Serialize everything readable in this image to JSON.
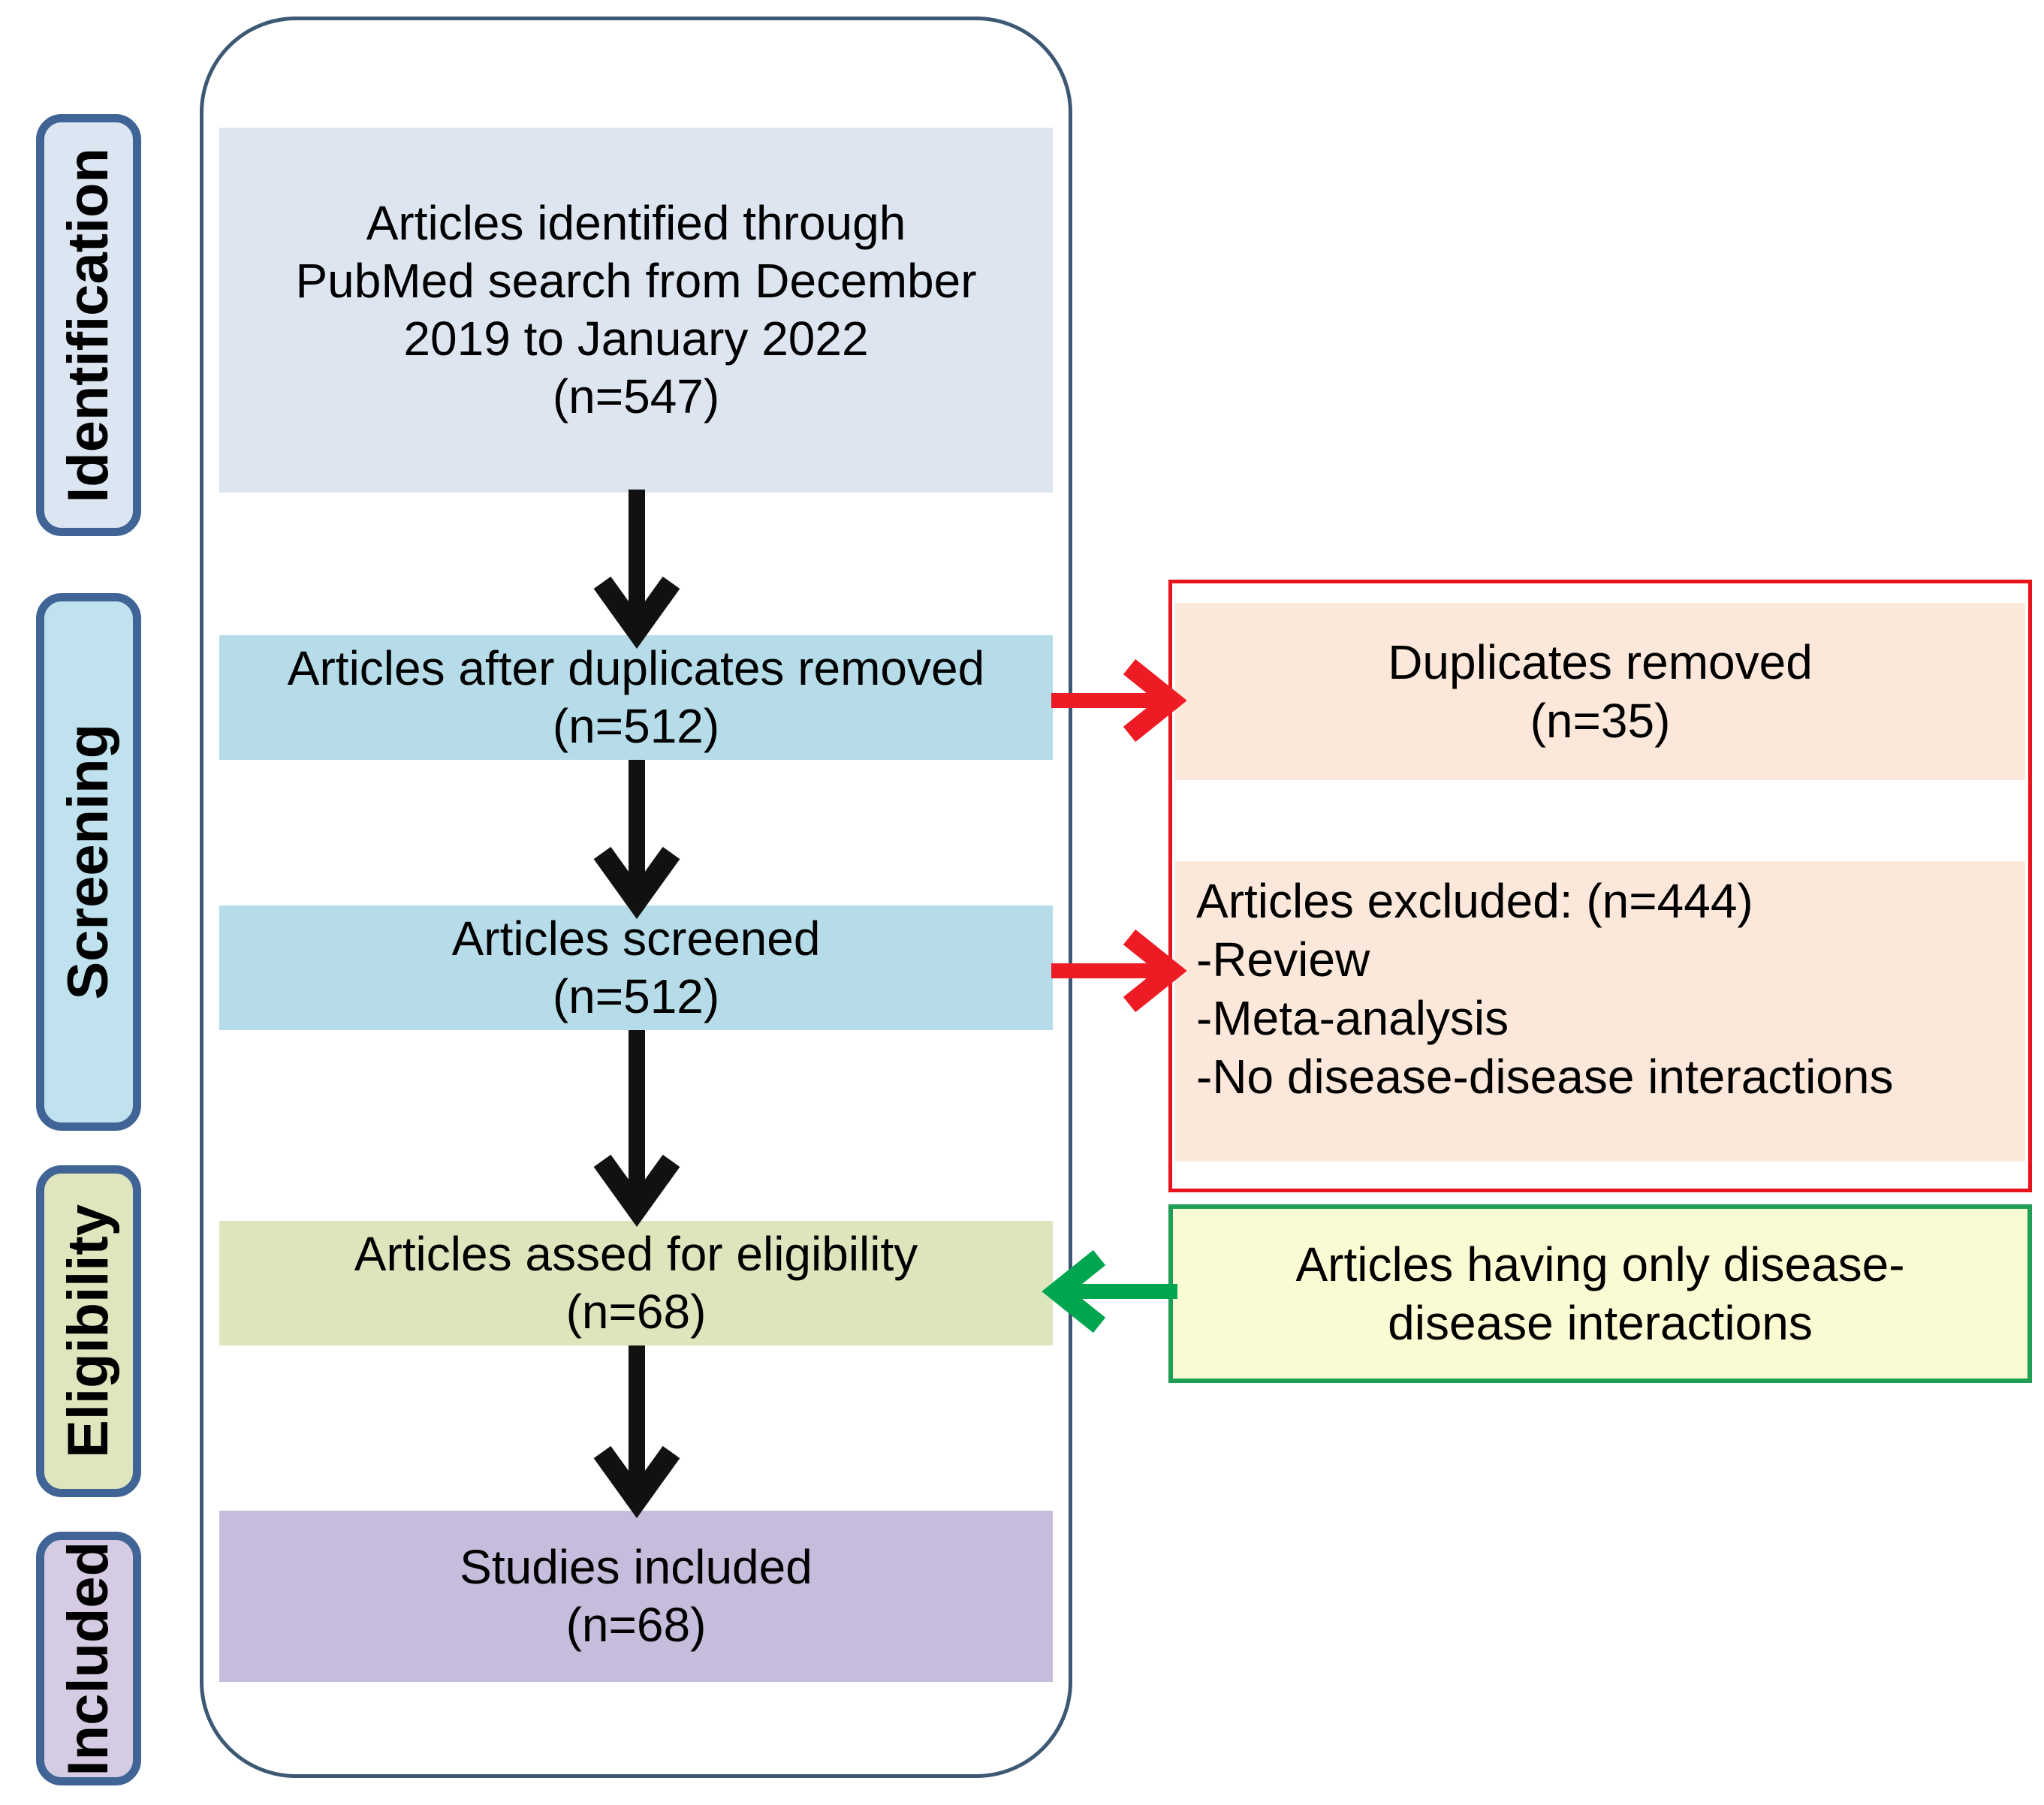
{
  "diagram": {
    "title": "PRISMA study selection flow diagram",
    "colors": {
      "stage_border": "#3f6495",
      "container_border": "#3d5874",
      "identification_fill": "#dce6f2",
      "screening_fill": "#bfe2ee",
      "eligibility_fill": "#dfe5bd",
      "included_fill": "#d5cce4",
      "excluded_border": "#e8141b",
      "excluded_fill": "#fce8da",
      "onlydd_border": "#1f9e55",
      "onlydd_fill": "#fafbd2",
      "down_arrow": "#111111",
      "red_arrow": "#ed1c24",
      "green_arrow": "#00a550"
    }
  },
  "stages": [
    {
      "key": "identification",
      "label": "Identification"
    },
    {
      "key": "screening",
      "label": "Screening"
    },
    {
      "key": "eligibility",
      "label": "Eligibility"
    },
    {
      "key": "included",
      "label": "Included"
    }
  ],
  "flow_boxes": {
    "identified": {
      "line1": "Articles identified through",
      "line2": "PubMed search from December",
      "line3": "2019 to January 2022",
      "line4": "(n=547)",
      "count": 547
    },
    "dedup": {
      "line1": "Articles after duplicates removed",
      "line2": "(n=512)",
      "count": 512
    },
    "screened": {
      "line1": "Articles screened",
      "line2": "(n=512)",
      "count": 512
    },
    "eligible": {
      "line1": "Articles assed for eligibility",
      "line2": "(n=68)",
      "count": 68
    },
    "included": {
      "line1": "Studies included",
      "line2": "(n=68)",
      "count": 68
    }
  },
  "side_boxes": {
    "duplicates_removed": {
      "line1": "Duplicates removed",
      "line2": "(n=35)",
      "count": 35
    },
    "articles_excluded": {
      "line1": "Articles excluded: (n=444)",
      "line2": "-Review",
      "line3": "-Meta-analysis",
      "line4": "-No disease-disease interactions",
      "count": 444
    },
    "only_disease_disease": {
      "line1": "Articles having only disease-",
      "line2": "disease interactions"
    }
  },
  "arrows": [
    {
      "name": "identified-to-dedup",
      "direction": "down",
      "color": "#111111"
    },
    {
      "name": "dedup-to-screened",
      "direction": "down",
      "color": "#111111"
    },
    {
      "name": "screened-to-eligible",
      "direction": "down",
      "color": "#111111"
    },
    {
      "name": "eligible-to-included",
      "direction": "down",
      "color": "#111111"
    },
    {
      "name": "dedup-to-duplicates",
      "direction": "right",
      "color": "#ed1c24"
    },
    {
      "name": "screened-to-excluded",
      "direction": "right",
      "color": "#ed1c24"
    },
    {
      "name": "onlydd-to-eligible",
      "direction": "left",
      "color": "#00a550"
    }
  ]
}
